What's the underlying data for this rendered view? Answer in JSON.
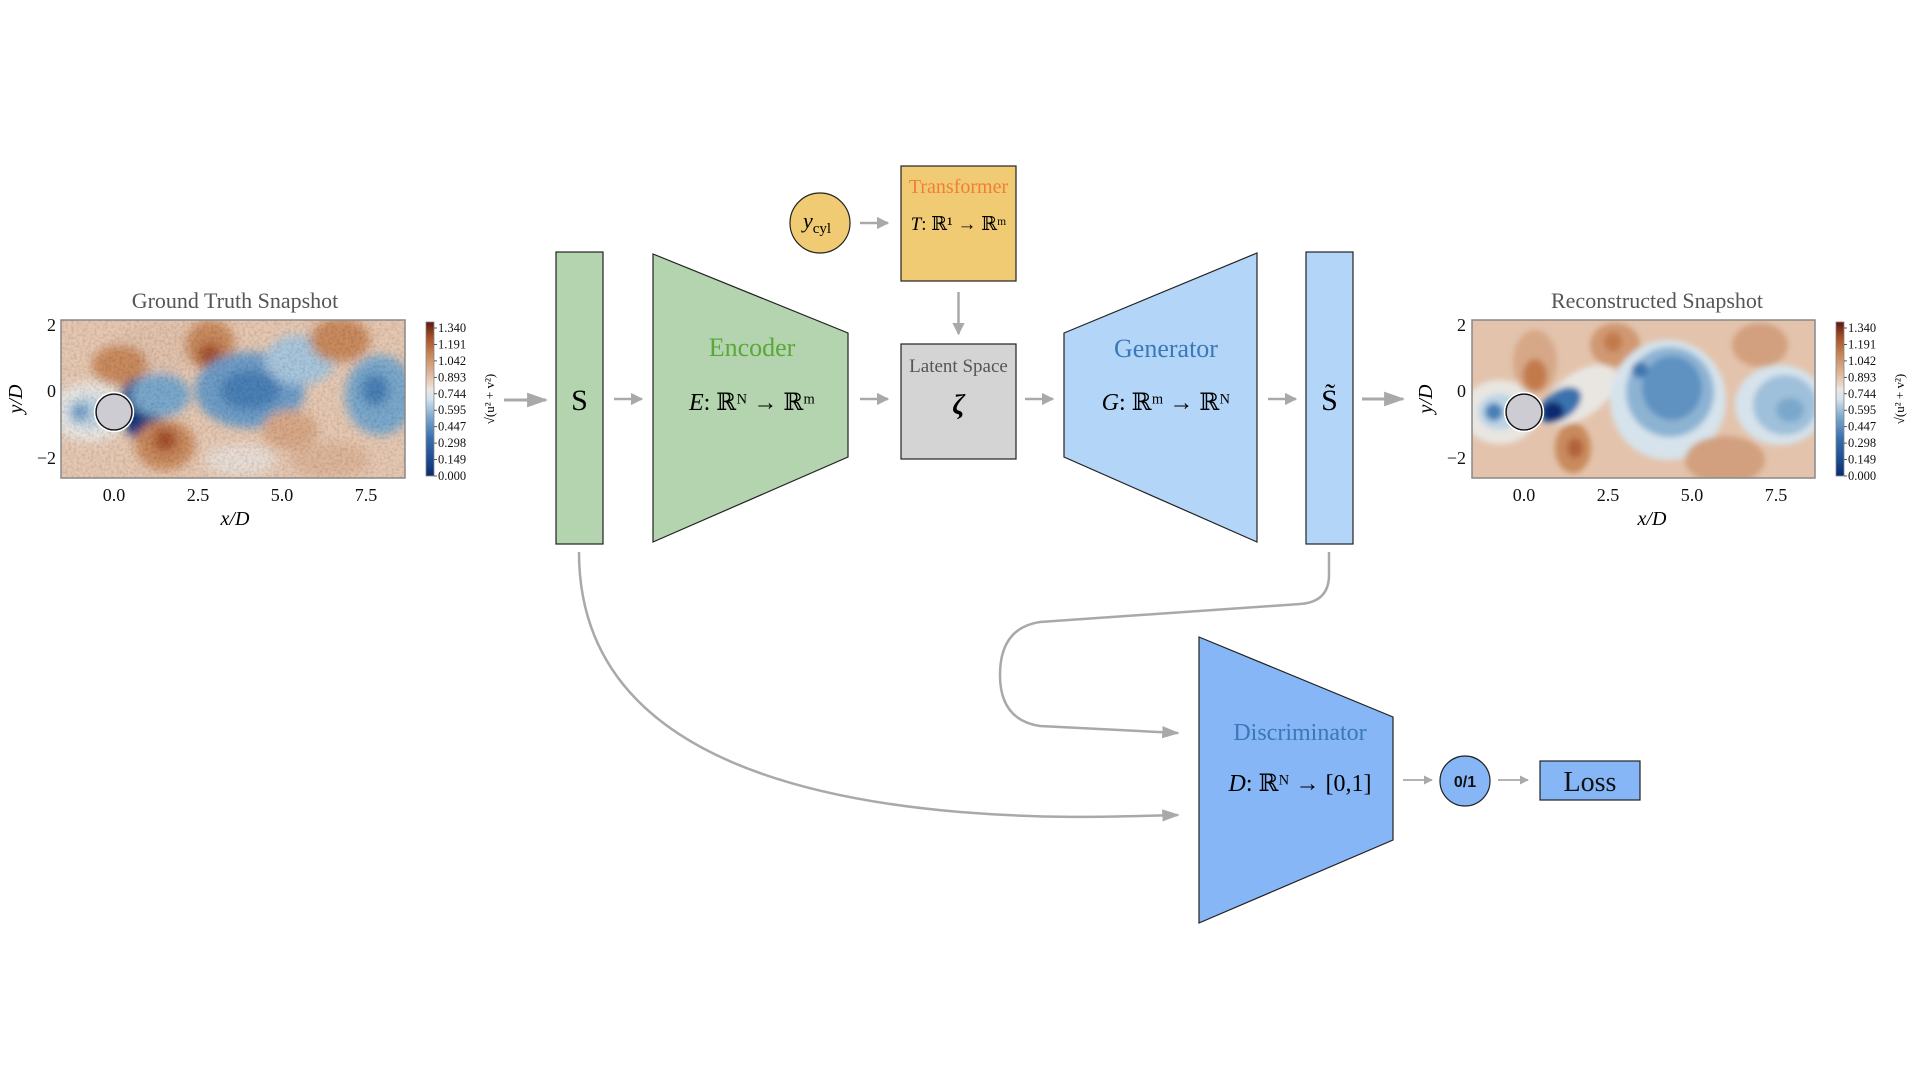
{
  "figure": {
    "colors": {
      "arrow": "#a9a9a9",
      "encoder_fill": "#b3d4ae",
      "encoder_title": "#5aa83a",
      "generator_fill": "#b3d5f8",
      "generator_title": "#3a78b8",
      "discriminator_fill": "#86b6f6",
      "discriminator_title": "#3a78b8",
      "transformer_fill": "#f0cb74",
      "transformer_title": "#f07f35",
      "latent_fill": "#d4d4d4",
      "latent_title": "#555555",
      "ycyl_fill": "#f0cb74",
      "output_fill": "#86b6f6"
    },
    "ground_truth_plot": {
      "title": "Ground Truth Snapshot",
      "xlabel": "x/D",
      "ylabel": "y/D",
      "xticks": [
        "0.0",
        "2.5",
        "5.0",
        "7.5"
      ],
      "yticks": [
        "2",
        "0",
        "−2"
      ],
      "colorbar_label": "√(u² + v²)",
      "colorbar_ticks": [
        "1.340",
        "1.191",
        "1.042",
        "0.893",
        "0.744",
        "0.595",
        "0.447",
        "0.298",
        "0.149",
        "0.000"
      ]
    },
    "reconstructed_plot": {
      "title": "Reconstructed Snapshot",
      "xlabel": "x/D",
      "ylabel": "y/D",
      "xticks": [
        "0.0",
        "2.5",
        "5.0",
        "7.5"
      ],
      "yticks": [
        "2",
        "0",
        "−2"
      ],
      "colorbar_label": "√(u² + v²)",
      "colorbar_ticks": [
        "1.340",
        "1.191",
        "1.042",
        "0.893",
        "0.744",
        "0.595",
        "0.447",
        "0.298",
        "0.149",
        "0.000"
      ]
    },
    "input_vector": {
      "label": "S"
    },
    "encoder": {
      "title": "Encoder",
      "formula_lhs": "E",
      "formula_rhs": ": ℝᴺ → ℝᵐ"
    },
    "ycyl": {
      "label": "y",
      "subscript": "cyl"
    },
    "transformer": {
      "title": "Transformer",
      "formula_lhs": "T",
      "formula_rhs": ": ℝ¹ → ℝᵐ"
    },
    "latent": {
      "title": "Latent Space",
      "symbol": "ζ"
    },
    "generator": {
      "title": "Generator",
      "formula_lhs": "G",
      "formula_rhs": ": ℝᵐ → ℝᴺ"
    },
    "output_vector": {
      "label": "S̃"
    },
    "discriminator": {
      "title": "Discriminator",
      "formula_lhs": "D",
      "formula_rhs": ": ℝᴺ → [0,1]"
    },
    "decision": {
      "label": "0/1"
    },
    "loss": {
      "label": "Loss"
    }
  }
}
